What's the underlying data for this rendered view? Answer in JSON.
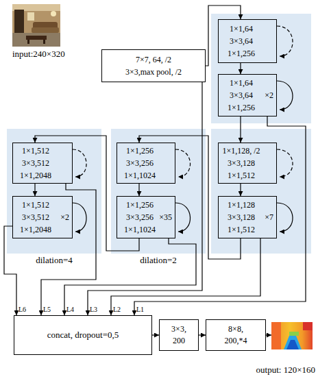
{
  "diagram": {
    "nodes": [
      {
        "text": [
          "input:240×320"
        ]
      },
      {
        "text": [
          "7×7, 64, /2",
          "3×3,max pool, /2"
        ]
      },
      {
        "text": []
      },
      {
        "text": [
          "1×1,64",
          "3×3,64",
          "1×1,256"
        ],
        "in": 2
      },
      {
        "text": [
          "1×1,64",
          "3×3,64",
          "1×1,256",
          "×2"
        ],
        "in": 2
      },
      {
        "text": [
          "dilation=4"
        ]
      },
      {
        "text": [
          "1×1,512",
          "3×3,512",
          "1×1,2048"
        ],
        "in": 5
      },
      {
        "text": [
          "1×1,512",
          "3×3,512",
          "1×1,2048",
          "×2"
        ],
        "in": 5
      },
      {
        "text": [
          "dilation=2"
        ]
      },
      {
        "text": [
          "1×1,256",
          "3×3,256",
          "1×1,1024"
        ],
        "in": 8
      },
      {
        "text": [
          "1×1,256",
          "3×3,256",
          "1×1,1024",
          "×35"
        ],
        "in": 8
      },
      {
        "text": []
      },
      {
        "text": [
          "1×1,128, /2",
          "3×3,128",
          "1×1,512"
        ],
        "in": 11
      },
      {
        "text": [
          "1×1,128",
          "3×3,128",
          "1×1,512",
          "×7"
        ],
        "in": 11
      },
      {
        "text": [
          "concat, dropout=0,5"
        ]
      },
      {
        "text": [
          "3×3, 200"
        ]
      },
      {
        "text": [
          "8×8, 200,*4"
        ]
      },
      {
        "text": [
          "output: 120×160"
        ]
      }
    ],
    "edges": [
      {
        "from": 1,
        "to": 3,
        "arrow": "to"
      },
      {
        "from": 3,
        "to": 4,
        "arrow": "to"
      },
      {
        "from": 4,
        "to": 12,
        "arrow": "to"
      },
      {
        "from": 12,
        "to": 13,
        "arrow": "to"
      },
      {
        "from": 13,
        "to": 9,
        "arrow": "to"
      },
      {
        "from": 9,
        "to": 10,
        "arrow": "to"
      },
      {
        "from": 10,
        "to": 6,
        "arrow": "to"
      },
      {
        "from": 6,
        "to": 7,
        "arrow": "to"
      },
      {
        "from": 4,
        "to": 14,
        "label": "L1",
        "arrow": "to"
      },
      {
        "from": 13,
        "to": 14,
        "label": "L2",
        "arrow": "to"
      },
      {
        "from": 1,
        "to": 14,
        "label": "L3",
        "arrow": "to"
      },
      {
        "from": 10,
        "to": 14,
        "label": "L4",
        "arrow": "to"
      },
      {
        "from": 6,
        "to": 14,
        "label": "L5",
        "arrow": "to"
      },
      {
        "from": 7,
        "to": 14,
        "label": "L6",
        "arrow": "to"
      },
      {
        "from": 14,
        "to": 15,
        "arrow": "to"
      },
      {
        "from": 15,
        "to": 16,
        "arrow": "to"
      },
      {
        "from": 16,
        "to": 17,
        "arrow": "to"
      }
    ]
  }
}
